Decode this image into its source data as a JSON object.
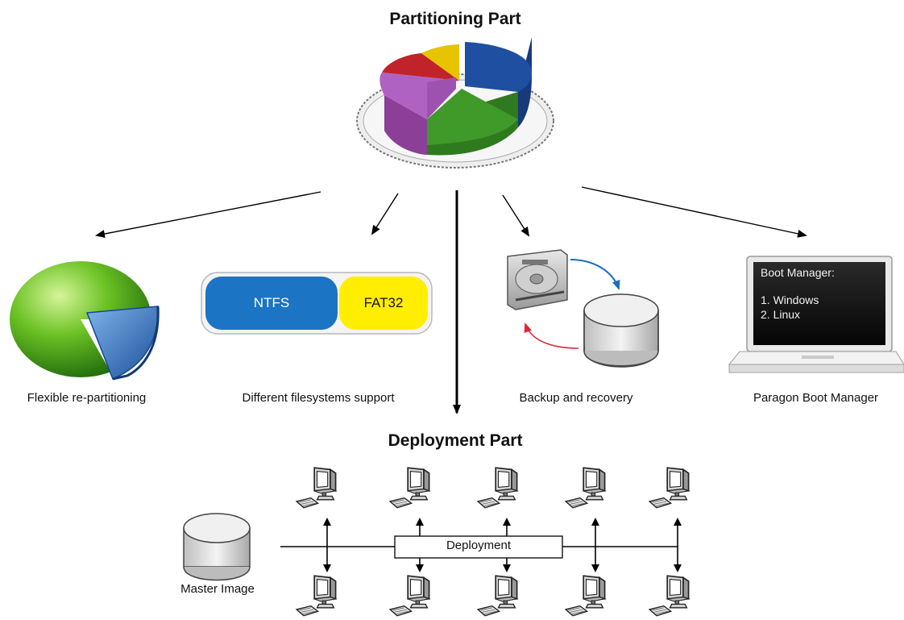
{
  "partitioning": {
    "title": "Partitioning Part",
    "features": [
      {
        "label": "Flexible re-partitioning"
      },
      {
        "label": "Different filesystems support"
      },
      {
        "label": "Backup and recovery"
      },
      {
        "label": "Paragon Boot Manager"
      }
    ],
    "filesystems": [
      "NTFS",
      "FAT32"
    ],
    "boot_screen": {
      "heading": "Boot Manager:",
      "options": [
        "1. Windows",
        "2. Linux"
      ]
    }
  },
  "deployment": {
    "title": "Deployment Part",
    "bus_label": "Deployment",
    "source_label": "Master Image",
    "target_columns": 5
  },
  "colors": {
    "ntfs": "#1b74c4",
    "fat32": "#ffee00",
    "pie_blue": "#1f4fa0",
    "pie_green": "#3f9a2a",
    "pie_purple": "#b062c2",
    "pie_red": "#c0242a",
    "pie_yellow": "#e8c400",
    "arrow_blue": "#1a6cc0",
    "arrow_red": "#e0263a"
  }
}
